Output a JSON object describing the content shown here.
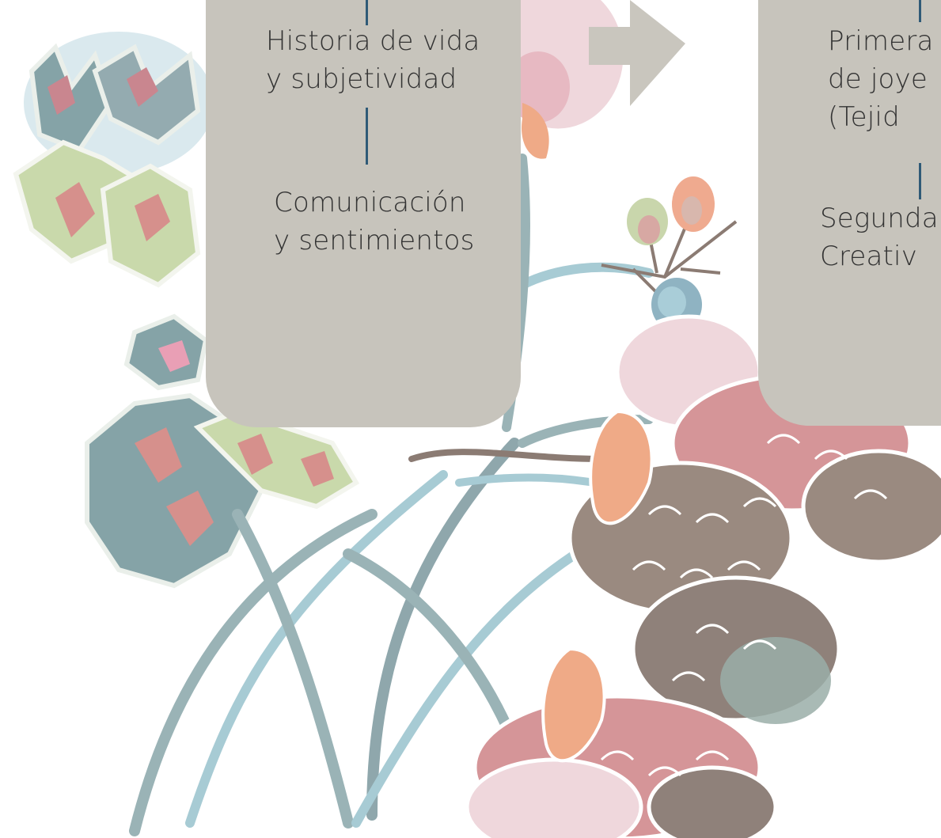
{
  "left_box": {
    "item1": "Historia de vida\ny subjetividad",
    "item2": "Comunicación\ny sentimientos"
  },
  "right_box": {
    "item1": "Primera s\nde joye\n(Tejid",
    "item2": "Segunda\nCreativ"
  },
  "colors": {
    "box": "#c7c4bc",
    "connector": "#2f5a77",
    "arrow": "#c9c6be"
  }
}
